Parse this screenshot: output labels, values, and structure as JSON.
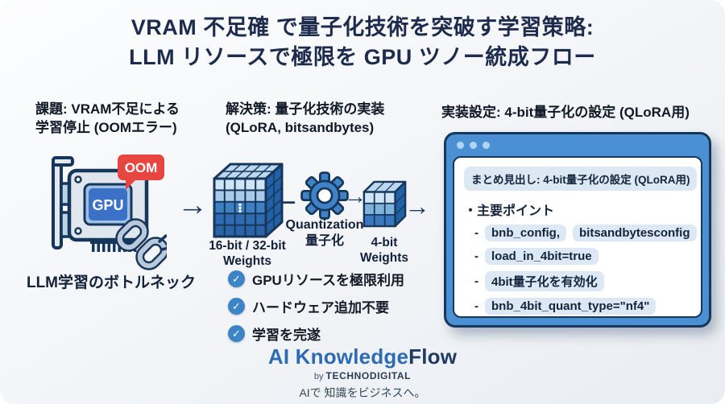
{
  "title": {
    "line1": "VRAM 不足確 で量子化技術を突破す学習策略:",
    "line2": "LLM リソースで極限を GPU ツノー統成フロー"
  },
  "problem": {
    "header_line1": "課題: VRAM不足による",
    "header_line2": "学習停止 (OOMエラー)",
    "gpu_chip_label": "GPU",
    "oom_badge": "OOM",
    "caption": "LLM学習のボトルネック"
  },
  "solution": {
    "header_line1": "解決策: 量子化技術の実装",
    "header_line2": "(QLoRA, bitsandbytes)",
    "big_cube_label1": "16-bit / 32-bit",
    "big_cube_label2": "Weights",
    "gear_label_en": "Quantization",
    "gear_label_ja": "量子化",
    "small_cube_label1": "4-bit",
    "small_cube_label2": "Weights",
    "benefits": [
      "GPUリソースを極限利用",
      "ハードウェア追加不要",
      "学習を完遂"
    ]
  },
  "implementation": {
    "header": "実装設定: 4-bit量子化の設定 (QLoRA用)",
    "badge": "まとめ見出し: 4-bit量子化の設定 (QLoRA用)",
    "points_title": "・主要ポイント",
    "bullet_prefix": "-",
    "rows": [
      [
        "bnb_config,",
        "bitsandbytesconfig"
      ],
      [
        "load_in_4bit=true"
      ],
      [
        "4bit量子化を有効化"
      ],
      [
        "bnb_4bit_quant_type=\"nf4\""
      ]
    ]
  },
  "footer": {
    "brand_part1": "AI Knowledge",
    "brand_part2": "Flow",
    "byline_prefix": "by ",
    "byline_company": "TECHNODIGITAL",
    "tagline": "AIで 知識をビジネスへ。"
  },
  "icons": {
    "arrow": "→",
    "dash": "—",
    "check": "✓"
  },
  "colors": {
    "accent_blue": "#3d82c4",
    "navy": "#17365b",
    "oom_red": "#e64540",
    "pill_bg": "#dce8f3",
    "window_frame": "#4a90d2"
  }
}
